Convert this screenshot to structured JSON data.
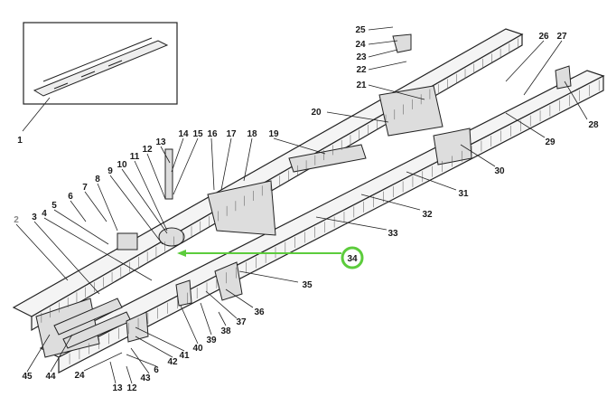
{
  "diagram": {
    "title": "Vehicle chassis frame exploded view",
    "callouts": [
      "1",
      "2",
      "3",
      "4",
      "5",
      "6",
      "7",
      "8",
      "9",
      "10",
      "11",
      "12",
      "13",
      "14",
      "15",
      "16",
      "17",
      "18",
      "19",
      "20",
      "21",
      "22",
      "23",
      "24",
      "25",
      "26",
      "27",
      "28",
      "29",
      "30",
      "31",
      "32",
      "33",
      "34",
      "35",
      "36",
      "37",
      "38",
      "39",
      "40",
      "41",
      "42",
      "6",
      "24",
      "13",
      "12",
      "43",
      "44",
      "45"
    ],
    "highlighted": {
      "label": "34",
      "color": "#5ccc3c"
    }
  }
}
